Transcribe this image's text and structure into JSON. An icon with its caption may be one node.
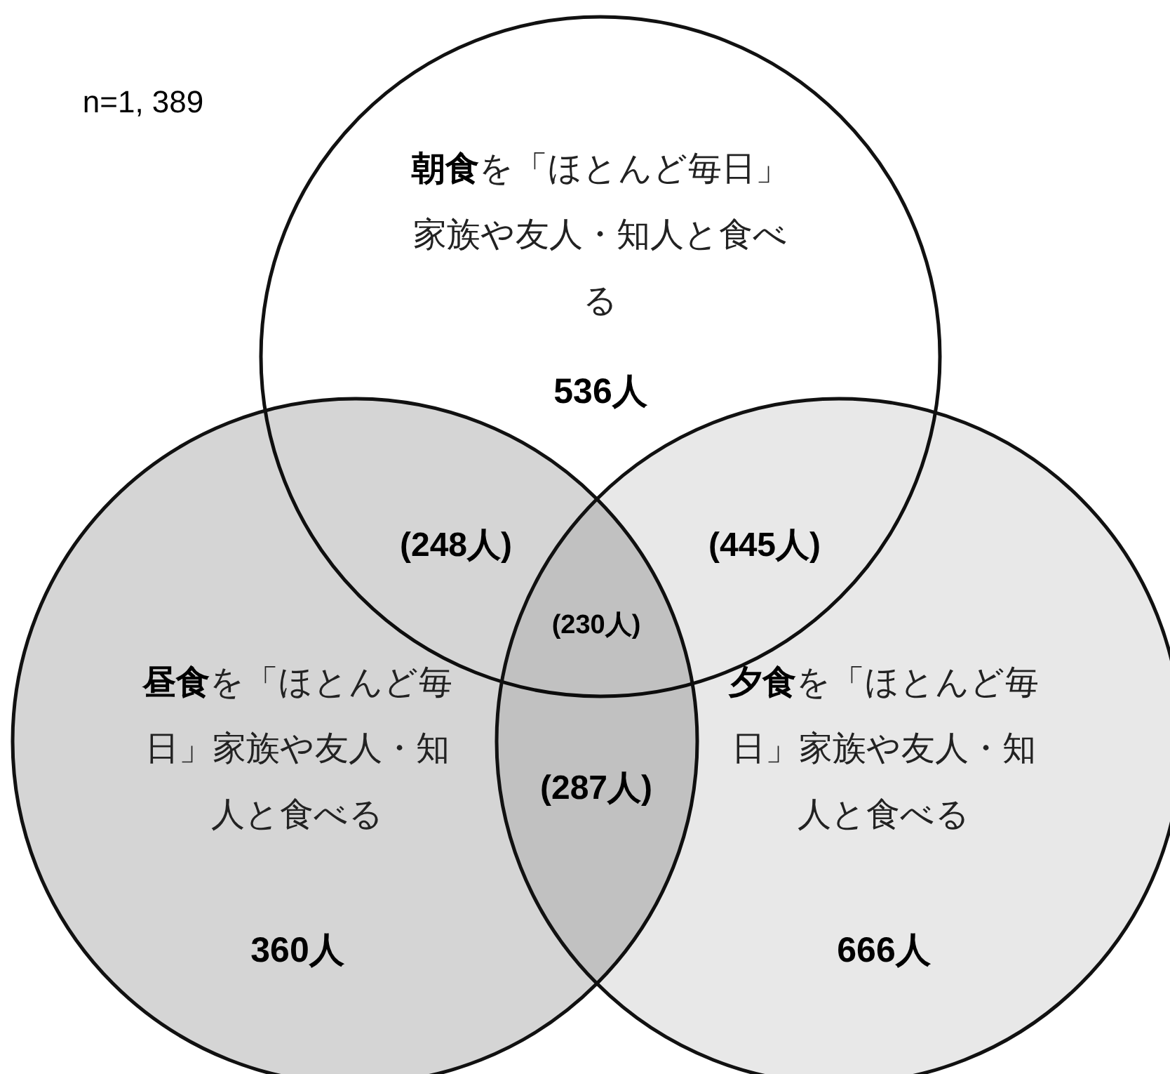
{
  "diagram": {
    "nodes": [
      {
        "text": [
          "**朝食**を「ほとんど毎日」家族や友人・知人と食べる",
          "536人"
        ]
      },
      {
        "text": [
          "**昼食**を「ほとんど毎日」家族や友人・知人と食べる",
          "360人"
        ]
      },
      {
        "text": [
          "**夕食**を「ほとんど毎日」家族や友人・知人と食べる",
          "666人"
        ]
      }
    ],
    "labels": [
      "n=1, 389",
      "(248人)",
      "(445人)",
      "(230人)",
      "(287人)"
    ]
  }
}
